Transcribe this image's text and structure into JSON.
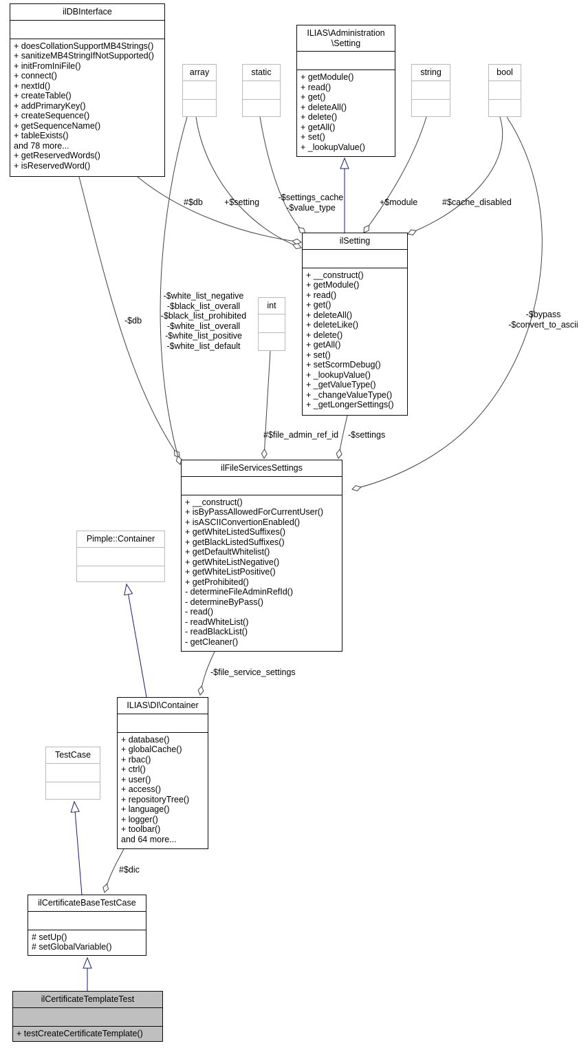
{
  "colors": {
    "edge": "#404040",
    "inherit": "#191970",
    "node-border": "#0a0a0a",
    "helper-border": "#b9b9b9",
    "filled-bg": "#bfbfbf"
  },
  "classes": {
    "ildbinterface": {
      "name": "ilDBInterface",
      "members": [
        "+ doesCollationSupportMB4Strings()",
        "+ sanitizeMB4StringIfNotSupported()",
        "+ initFromIniFile()",
        "+ connect()",
        "+ nextId()",
        "+ createTable()",
        "+ addPrimaryKey()",
        "+ createSequence()",
        "+ getSequenceName()",
        "+ tableExists()",
        "and 78 more...",
        "+ getReservedWords()",
        "+ isReservedWord()"
      ]
    },
    "admin_setting": {
      "name": "ILIAS\\Administration\n\\Setting",
      "members": [
        "+ getModule()",
        "+ read()",
        "+ get()",
        "+ deleteAll()",
        "+ delete()",
        "+ getAll()",
        "+ set()",
        "+ _lookupValue()"
      ]
    },
    "array": {
      "name": "array"
    },
    "static": {
      "name": "static"
    },
    "string": {
      "name": "string"
    },
    "bool": {
      "name": "bool"
    },
    "int": {
      "name": "int"
    },
    "ilsetting": {
      "name": "ilSetting",
      "members": [
        "+ __construct()",
        "+ getModule()",
        "+ read()",
        "+ get()",
        "+ deleteAll()",
        "+ deleteLike()",
        "+ delete()",
        "+ getAll()",
        "+ set()",
        "+ setScormDebug()",
        "+ _lookupValue()",
        "+ _getValueType()",
        "+ _changeValueType()",
        "+ _getLongerSettings()"
      ]
    },
    "filesettings": {
      "name": "ilFileServicesSettings",
      "members": [
        "+ __construct()",
        "+ isByPassAllowedForCurrentUser()",
        "+ isASCIIConvertionEnabled()",
        "+ getWhiteListedSuffixes()",
        "+ getBlackListedSuffixes()",
        "+ getDefaultWhitelist()",
        "+ getWhiteListNegative()",
        "+ getWhiteListPositive()",
        "+ getProhibited()",
        "- determineFileAdminRefId()",
        "- determineByPass()",
        "- read()",
        "- readWhiteList()",
        "- readBlackList()",
        "- getCleaner()"
      ]
    },
    "pimple": {
      "name": "Pimple::Container"
    },
    "dicontainer": {
      "name": "ILIAS\\DI\\Container",
      "members": [
        "+ database()",
        "+ globalCache()",
        "+ rbac()",
        "+ ctrl()",
        "+ user()",
        "+ access()",
        "+ repositoryTree()",
        "+ language()",
        "+ logger()",
        "+ toolbar()",
        "and 64 more..."
      ]
    },
    "testcase": {
      "name": "TestCase"
    },
    "basetestcase": {
      "name": "ilCertificateBaseTestCase",
      "members": [
        "# setUp()",
        "# setGlobalVariable()"
      ]
    },
    "templatetest": {
      "name": "ilCertificateTemplateTest",
      "members": [
        "+ testCreateCertificateTemplate()"
      ]
    }
  },
  "edge_labels": {
    "db_setting": "#$db",
    "setting": "+$setting",
    "settings_cache": "-$settings_cache\n-$value_type",
    "module": "+$module",
    "cache_disabled": "#$cache_disabled",
    "db_fss": "-$db",
    "white_lists": "-$white_list_negative\n-$black_list_overall\n-$black_list_prohibited\n-$white_list_overall\n-$white_list_positive\n-$white_list_default",
    "bypass": "-$bypass\n-$convert_to_ascii",
    "file_admin_ref_id": "#$file_admin_ref_id",
    "settings_member": "-$settings",
    "file_service_settings": "-$file_service_settings",
    "dic": "#$dic"
  }
}
